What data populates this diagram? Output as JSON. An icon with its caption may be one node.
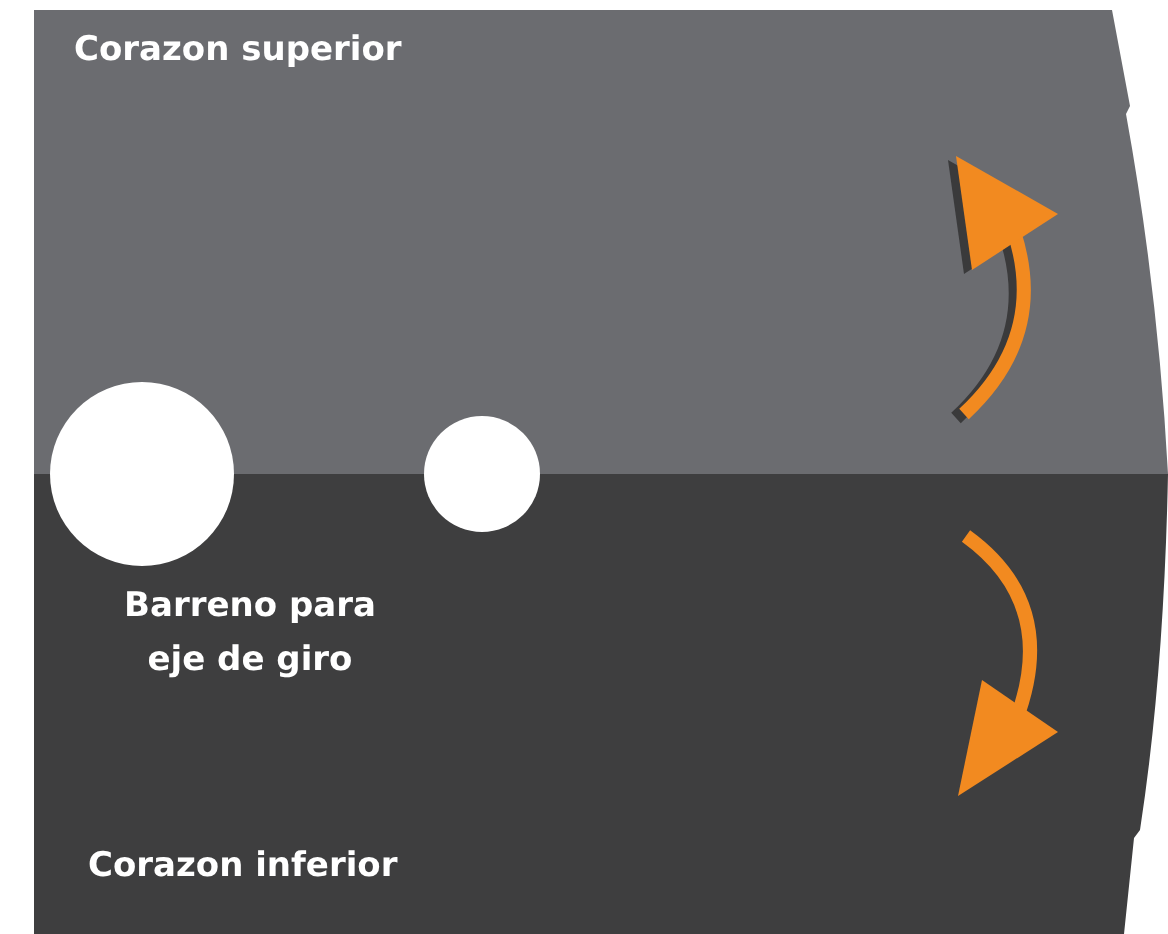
{
  "diagram": {
    "nodes": [
      {
        "text": [
          "Corazon superior"
        ]
      },
      {
        "text": [
          "Corazon inferior"
        ]
      },
      {
        "text": [],
        "shape": "circle"
      },
      {
        "text": [],
        "shape": "circle"
      }
    ],
    "labels": [
      "Barreno para eje de giro"
    ]
  }
}
